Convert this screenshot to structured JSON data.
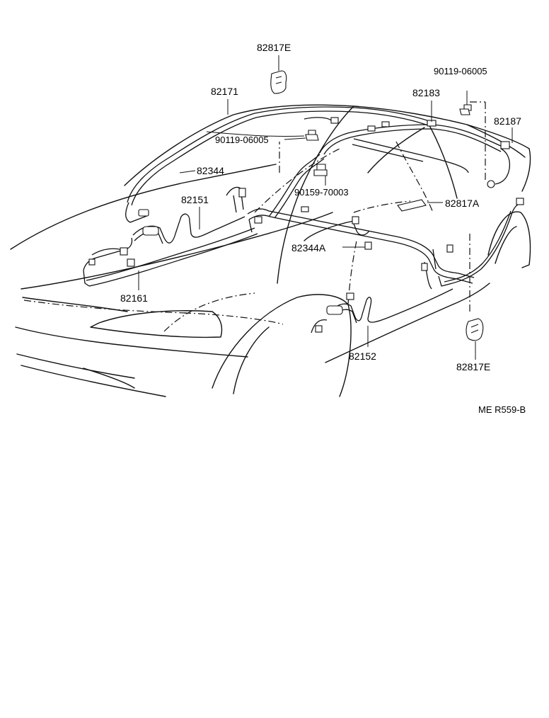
{
  "labels": {
    "clip_top": "82817E",
    "roof_harness": "82171",
    "bolt_top_right": "90119-06005",
    "right_side_harness": "82183",
    "rear_harness": "82187",
    "bolt_center": "90119-06005",
    "front_connector": "82344",
    "bolt_screw": "90159-70003",
    "front_harness": "82151",
    "clip_center": "82817A",
    "center_connector": "82344A",
    "cowl_harness": "82161",
    "rear_floor_harness": "82152",
    "clip_bottom": "82817E"
  },
  "figure_code": "ME R559-B"
}
